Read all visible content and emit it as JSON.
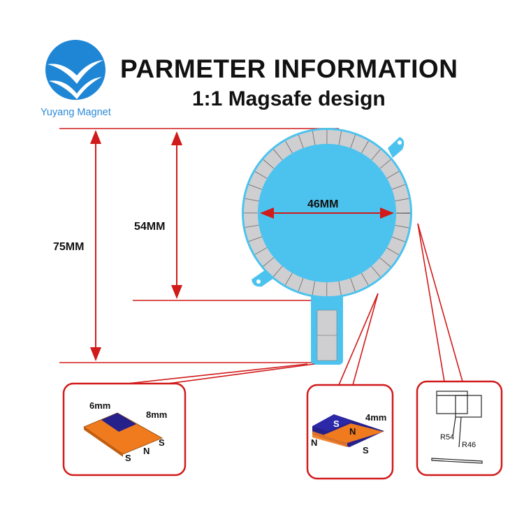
{
  "header": {
    "title": "PARMETER INFORMATION",
    "subtitle": "1:1 Magsafe design"
  },
  "logo": {
    "brand": "Yuyang Magnet"
  },
  "dimensions": {
    "total_height": "75MM",
    "ring_height": "54MM",
    "inner_diameter": "46MM"
  },
  "detail_1": {
    "width_a": "6mm",
    "width_b": "8mm",
    "poles": [
      "S",
      "N",
      "S"
    ]
  },
  "detail_2": {
    "thickness": "4mm",
    "top_poles": [
      "S",
      "N"
    ],
    "side_poles": [
      "N",
      "S"
    ]
  },
  "detail_3": {
    "radius_outer": "R54",
    "radius_inner": "R46"
  },
  "colors": {
    "accent_red": "#d11a1a",
    "ring_blue": "#4cc3ee",
    "magnet_grey": "#cfcfd2",
    "orange": "#f07a1e",
    "navy": "#26208a",
    "logo_blue": "#1f86d6"
  }
}
